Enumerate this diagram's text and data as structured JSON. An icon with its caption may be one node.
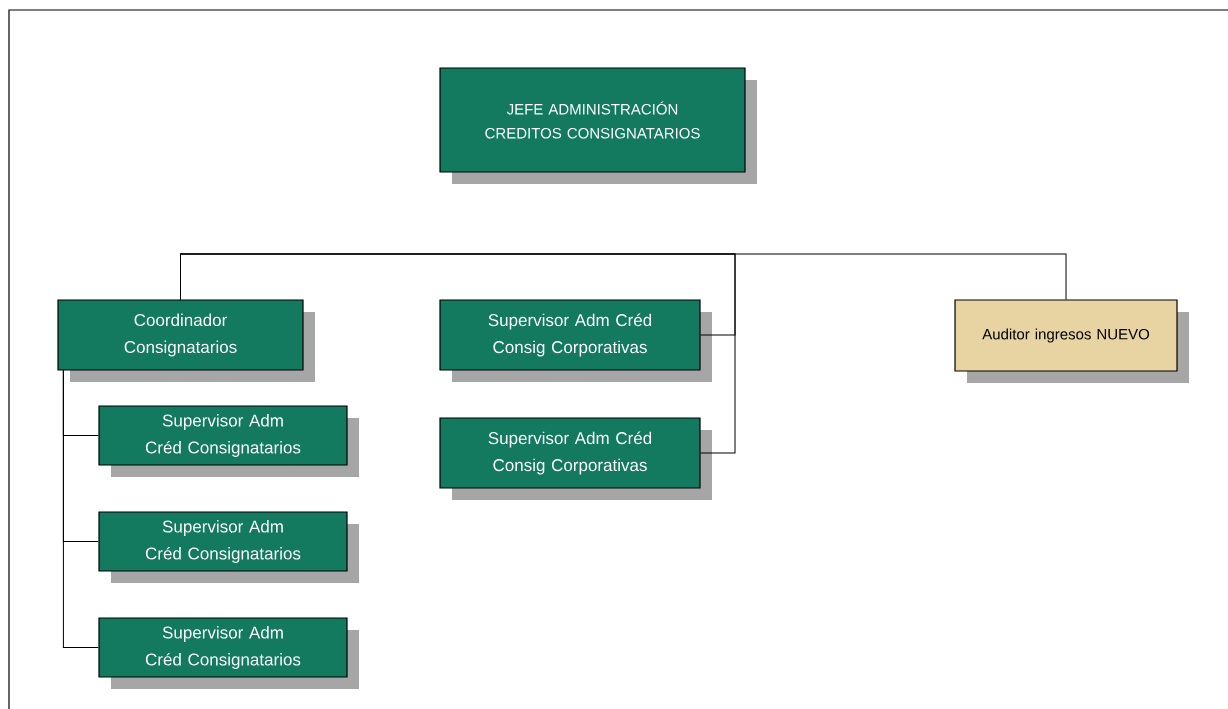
{
  "diagram": {
    "nodes": [
      {
        "text": [
          "JEFE ADMINISTRACIÓN CREDITOS CONSIGNATARIOS"
        ]
      },
      {
        "text": [
          "Coordinador Consignatarios"
        ]
      },
      {
        "text": [
          "Supervisor Adm Créd Consignatarios"
        ]
      },
      {
        "text": [
          "Supervisor Adm Créd Consignatarios"
        ]
      },
      {
        "text": [
          "Supervisor Adm Créd Consignatarios"
        ]
      },
      {
        "text": [
          "Supervisor Adm Créd Consig Corporativas"
        ]
      },
      {
        "text": [
          "Supervisor Adm Créd Consig Corporativas"
        ]
      },
      {
        "text": [
          "Auditor ingresos NUEVO"
        ]
      }
    ],
    "edges": [
      {
        "from": 1,
        "to": 2,
        "arrow": "none"
      },
      {
        "from": 1,
        "to": 3,
        "arrow": "none"
      },
      {
        "from": 1,
        "to": 4,
        "arrow": "none"
      },
      {
        "from": 1,
        "to": 5,
        "arrow": "none"
      },
      {
        "from": 1,
        "to": 6,
        "arrow": "none"
      },
      {
        "from": 1,
        "to": 7,
        "arrow": "none"
      }
    ]
  }
}
